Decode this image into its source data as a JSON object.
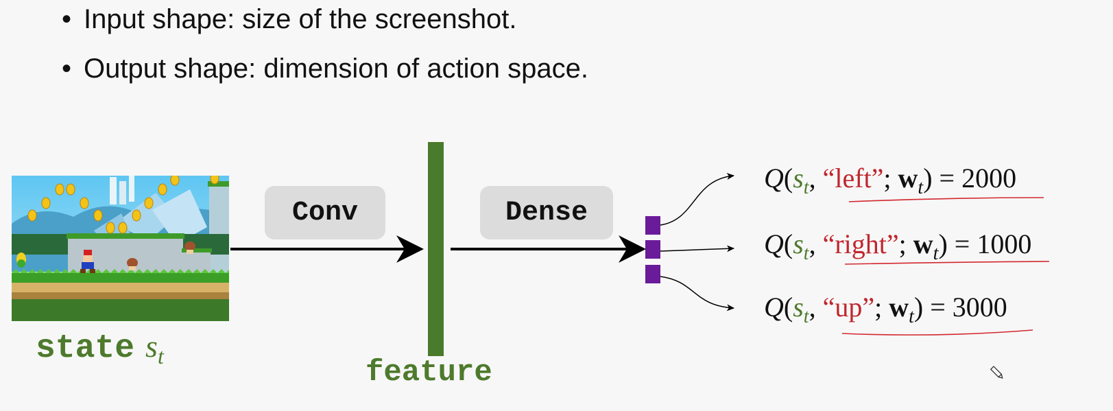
{
  "bullets": [
    "Input shape: size of the screenshot.",
    "Output shape:  dimension of action space."
  ],
  "input": {
    "label": "state",
    "symbol": "s",
    "subscript": "t"
  },
  "conv_label": "Conv",
  "dense_label": "Dense",
  "feature_label": "feature",
  "q_values": [
    {
      "Q": "Q",
      "s": "s",
      "s_sub": "t",
      "action": "“left”",
      "w": "w",
      "w_sub": "t",
      "value": "2000"
    },
    {
      "Q": "Q",
      "s": "s",
      "s_sub": "t",
      "action": "“right”",
      "w": "w",
      "w_sub": "t",
      "value": "1000"
    },
    {
      "Q": "Q",
      "s": "s",
      "s_sub": "t",
      "action": "“up”",
      "w": "w",
      "w_sub": "t",
      "value": "3000"
    }
  ],
  "colors": {
    "green": "#4d7a2c",
    "purple": "#6a1b9a",
    "red": "#c0262d",
    "box_gray": "#dcdcdc"
  }
}
